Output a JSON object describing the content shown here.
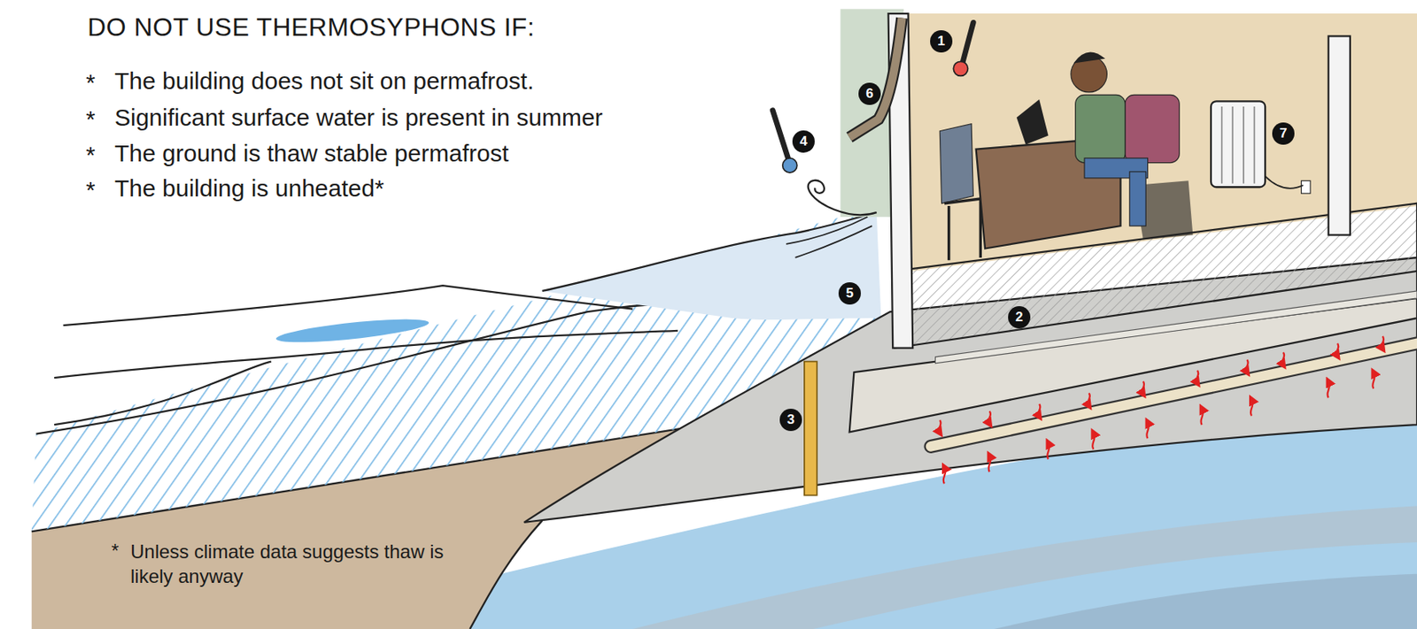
{
  "diagram": {
    "title": "DO NOT USE THERMOSYPHONS IF:",
    "labels": [
      "*",
      "The building does not sit on permafrost.",
      "*",
      "Significant surface water is present in summer",
      "*",
      "The ground is thaw stable permafrost",
      "*",
      "The building is unheated*",
      "*",
      "Unless climate data suggests thaw is likely anyway",
      "1",
      "6",
      "4",
      "7",
      "5",
      "2",
      "3"
    ]
  }
}
